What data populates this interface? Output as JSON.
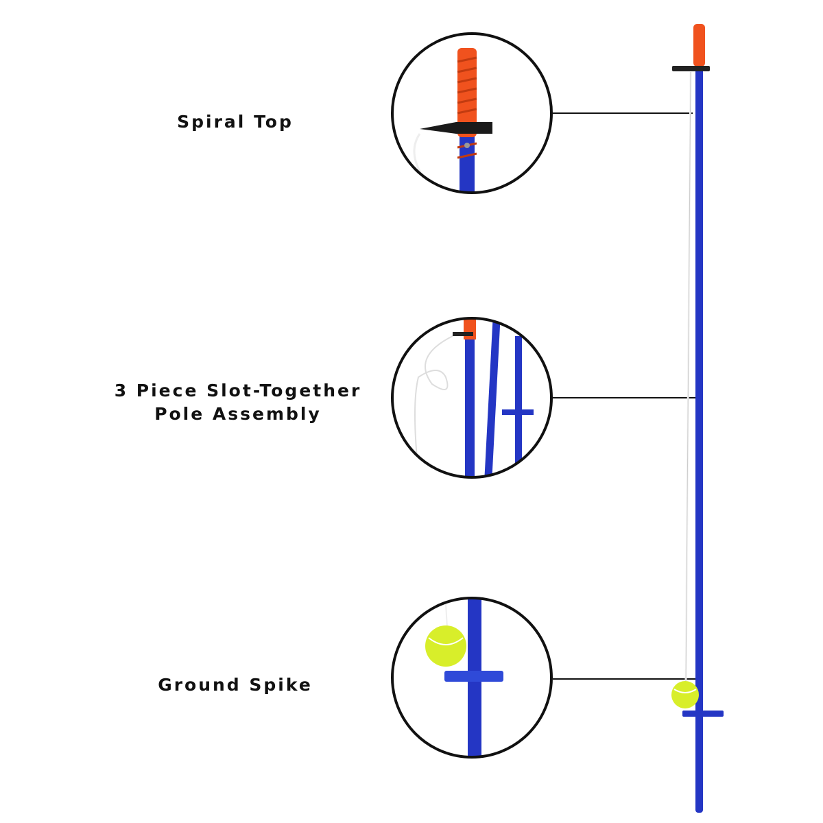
{
  "callouts": [
    {
      "label_lines": [
        "Spiral Top"
      ]
    },
    {
      "label_lines": [
        "3 Piece Slot-Together",
        "Pole Assembly"
      ]
    },
    {
      "label_lines": [
        "Ground Spike"
      ]
    }
  ],
  "colors": {
    "pole": "#2436c4",
    "grip": "#f0521e",
    "ball": "#d8ee2a",
    "outline": "#111111"
  }
}
